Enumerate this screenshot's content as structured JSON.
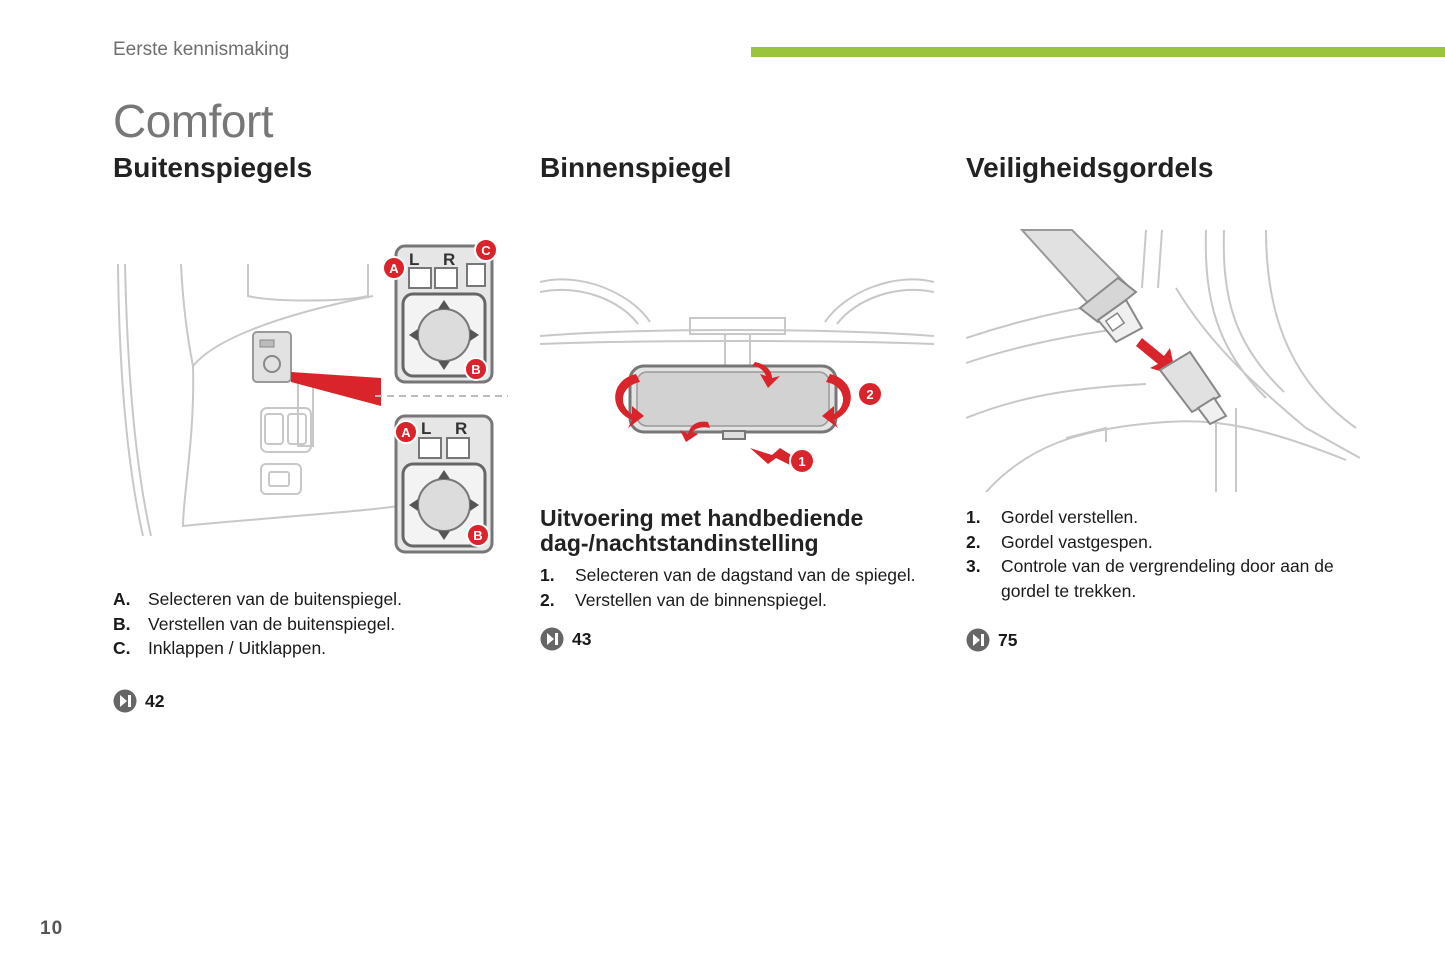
{
  "header": {
    "section": "Eerste kennismaking",
    "accent_color": "#9ac43c"
  },
  "page": {
    "title": "Comfort",
    "number": "10"
  },
  "columns": [
    {
      "heading": "Buitenspiegels",
      "control_labels": {
        "left": "L",
        "right": "R",
        "a": "A",
        "b": "B",
        "c": "C"
      },
      "items": [
        {
          "key": "A.",
          "text": "Selecteren van de buitenspiegel."
        },
        {
          "key": "B.",
          "text": "Verstellen van de buitenspiegel."
        },
        {
          "key": "C.",
          "text": "Inklappen / Uitklappen."
        }
      ],
      "ref": "42"
    },
    {
      "heading": "Binnenspiegel",
      "callouts": [
        "1",
        "2"
      ],
      "subheading": "Uitvoering met handbediende dag-/nachtstandinstelling",
      "items": [
        {
          "key": "1.",
          "text": "Selecteren van de dagstand van de spiegel."
        },
        {
          "key": "2.",
          "text": "Verstellen van de binnenspiegel."
        }
      ],
      "ref": "43"
    },
    {
      "heading": "Veiligheidsgordels",
      "items": [
        {
          "key": "1.",
          "text": "Gordel verstellen."
        },
        {
          "key": "2.",
          "text": "Gordel vastgespen."
        },
        {
          "key": "3.",
          "text": "Controle van de vergrendeling door aan de gordel te trekken."
        }
      ],
      "ref": "75"
    }
  ],
  "colors": {
    "callout_red": "#d9242b",
    "ref_icon": "#666666"
  },
  "icons": {
    "ref": "page-reference-icon"
  }
}
